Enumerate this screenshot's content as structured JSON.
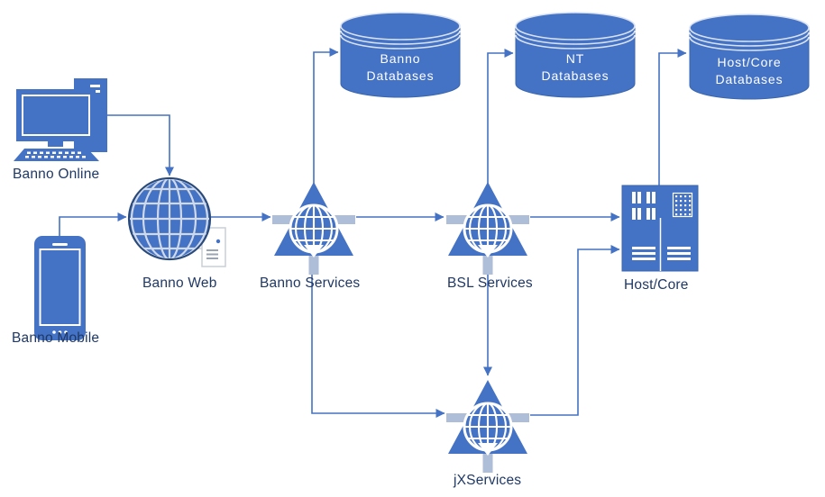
{
  "nodes": {
    "banno_online": {
      "label": "Banno Online",
      "type": "desktop-computer"
    },
    "banno_mobile": {
      "label": "Banno Mobile",
      "type": "smartphone"
    },
    "banno_web": {
      "label": "Banno Web",
      "type": "globe-web-server"
    },
    "banno_services": {
      "label": "Banno Services",
      "type": "web-service-triangle"
    },
    "bsl_services": {
      "label": "BSL Services",
      "type": "web-service-triangle"
    },
    "jx_services": {
      "label": "jXServices",
      "type": "web-service-triangle"
    },
    "host_core": {
      "label": "Host/Core",
      "type": "mainframe"
    },
    "banno_databases": {
      "line1": "Banno",
      "line2": "Databases",
      "type": "database-cylinder"
    },
    "nt_databases": {
      "line1": "NT",
      "line2": "Databases",
      "type": "database-cylinder"
    },
    "host_core_databases": {
      "line1": "Host/Core",
      "line2": "Databases",
      "type": "database-cylinder"
    }
  },
  "edges": [
    {
      "from": "Banno Online",
      "to": "Banno Web"
    },
    {
      "from": "Banno Mobile",
      "to": "Banno Web"
    },
    {
      "from": "Banno Web",
      "to": "Banno Services"
    },
    {
      "from": "Banno Services",
      "to": "Banno Databases"
    },
    {
      "from": "Banno Services",
      "to": "BSL Services"
    },
    {
      "from": "Banno Services",
      "to": "jXServices"
    },
    {
      "from": "BSL Services",
      "to": "NT Databases"
    },
    {
      "from": "BSL Services",
      "to": "jXServices"
    },
    {
      "from": "BSL Services",
      "to": "Host/Core"
    },
    {
      "from": "jXServices",
      "to": "Host/Core"
    },
    {
      "from": "Host/Core",
      "to": "Host/Core Databases"
    }
  ],
  "colors": {
    "shape_blue": "#4472C4",
    "connector_blue": "#4472C4",
    "arm_gray": "#AEBDD8",
    "label_navy": "#1F3864",
    "globe_grid_light": "#D0D9E8",
    "globe_outline_navy": "#294A7B",
    "db_ring_light": "#D9E2F2",
    "page_icon_gray": "#C9CFD8",
    "canvas_white": "#FFFFFF"
  }
}
